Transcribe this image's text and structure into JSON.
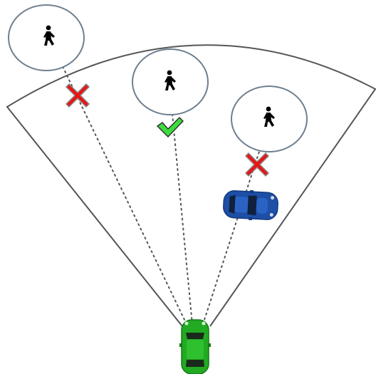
{
  "diagram": {
    "description_icons": {
      "ego_vehicle": "green-car-icon",
      "occluder_vehicle": "blue-car-icon",
      "pedestrian": "pedestrian-icon",
      "visible_mark": "checkmark-icon",
      "occluded_mark": "cross-icon"
    },
    "colors": {
      "field_of_view": "#555555",
      "ring": "#6f7f8f",
      "ego_car": "#22aa22",
      "other_car": "#1e4fa6",
      "check": "#3ddc3d",
      "cross": "#e81414"
    },
    "pedestrians": [
      {
        "id": "left",
        "status": "occluded"
      },
      {
        "id": "center",
        "status": "visible"
      },
      {
        "id": "right",
        "status": "occluded"
      }
    ]
  }
}
